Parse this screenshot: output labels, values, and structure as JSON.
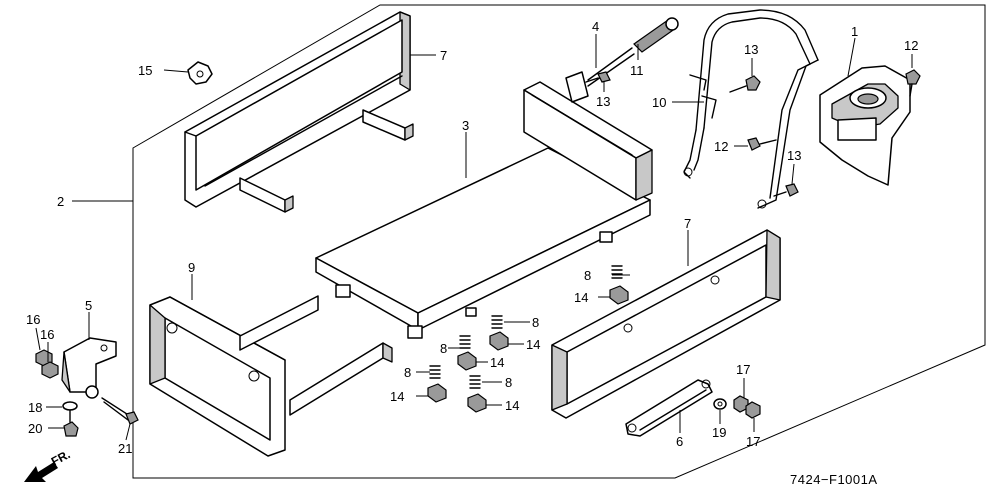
{
  "diagram": {
    "code": "7424−F1001A",
    "front_mark": "FR.",
    "callouts": {
      "c1": "1",
      "c2": "2",
      "c3": "3",
      "c4": "4",
      "c5": "5",
      "c6": "6",
      "c7a": "7",
      "c7b": "7",
      "c8a": "8",
      "c8b": "8",
      "c8c": "8",
      "c8d": "8",
      "c8e": "8",
      "c9": "9",
      "c10": "10",
      "c11": "11",
      "c12a": "12",
      "c12b": "12",
      "c13a": "13",
      "c13b": "13",
      "c13c": "13",
      "c14a": "14",
      "c14b": "14",
      "c14c": "14",
      "c14d": "14",
      "c14e": "14",
      "c15": "15",
      "c16a": "16",
      "c16b": "16",
      "c17a": "17",
      "c17b": "17",
      "c18": "18",
      "c19": "19",
      "c20": "20",
      "c21": "21"
    }
  }
}
